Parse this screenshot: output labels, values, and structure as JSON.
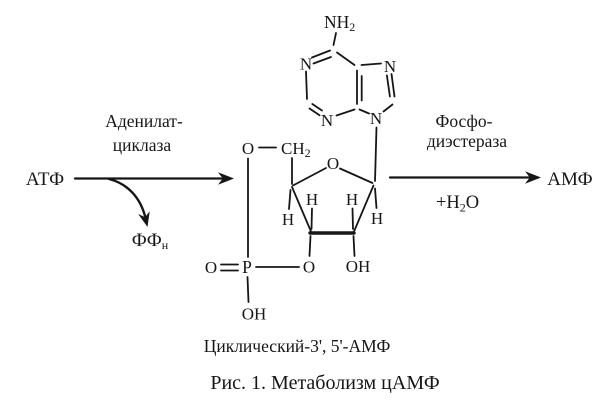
{
  "figure": {
    "ink": "#161616",
    "background": "#ffffff"
  },
  "reaction": {
    "substrate": "АТФ",
    "product": "АМФ",
    "left_enzyme_line1": "Аденилат-",
    "left_enzyme_line2": "циклаза",
    "right_enzyme_line1": "Фосфо-",
    "right_enzyme_line2": "диэстераза",
    "byproduct_main": "ФФ",
    "byproduct_sub": "н",
    "water_pre": "+H",
    "water_sub": "2",
    "water_post": "O"
  },
  "molecule": {
    "name": "Циклический-3', 5'-АМФ",
    "amine_main": "NH",
    "amine_sub": "2",
    "ch2_main": "CH",
    "ch2_sub": "2",
    "n_atom": "N",
    "o_atom": "O",
    "p_atom": "P",
    "h_atom": "H",
    "oh_group": "OH"
  },
  "caption": {
    "figure_label": "Рис. 1. Метаболизм цАМФ"
  }
}
